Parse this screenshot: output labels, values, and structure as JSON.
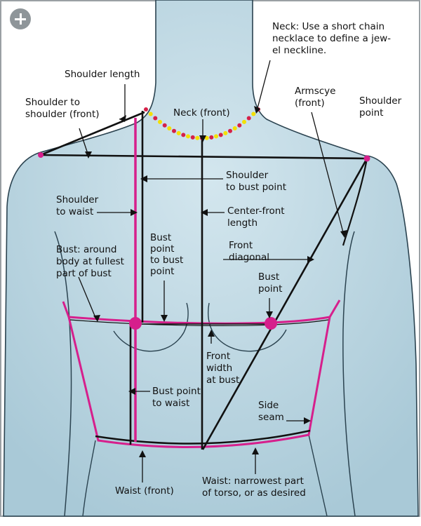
{
  "labels": {
    "neck_note": [
      "Neck: Use a short chain",
      "necklace to define a jew-",
      "el neckline."
    ],
    "shoulder_length": [
      "Shoulder length"
    ],
    "shoulder_to_shoulder": [
      "Shoulder to",
      "shoulder (front)"
    ],
    "neck_front": [
      "Neck (front)"
    ],
    "armscye_front": [
      "Armscye",
      "(front)"
    ],
    "shoulder_point": [
      "Shoulder",
      "point"
    ],
    "shoulder_to_bust_point": [
      "Shoulder",
      "to bust point"
    ],
    "shoulder_to_waist": [
      "Shoulder",
      "to waist"
    ],
    "center_front_length": [
      "Center-front",
      "length"
    ],
    "front_diagonal": [
      "Front",
      "diagonal"
    ],
    "bust": [
      "Bust: around",
      "body at fullest",
      "part of bust"
    ],
    "bust_point_to_bust_point": [
      "Bust",
      "point",
      "to bust",
      "point"
    ],
    "bust_point": [
      "Bust",
      "point"
    ],
    "front_width_at_bust": [
      "Front",
      "width",
      "at bust"
    ],
    "bust_point_to_waist": [
      "Bust point",
      "to waist"
    ],
    "side_seam": [
      "Side",
      "seam"
    ],
    "waist_front": [
      "Waist (front)"
    ],
    "waist": [
      "Waist: narrowest part",
      "of torso, or as desired"
    ]
  },
  "colors": {
    "body_fill": "#b5d2df",
    "body_fill_light": "#d3e6ee",
    "outline": "#2b4350",
    "measure_line": "#111111",
    "pink": "#d61f8c",
    "necklace_yellow": "#f4e000",
    "necklace_red": "#d62048",
    "border": "#9aa0a4"
  },
  "icons": {
    "zoom": "plus-circle-icon"
  }
}
